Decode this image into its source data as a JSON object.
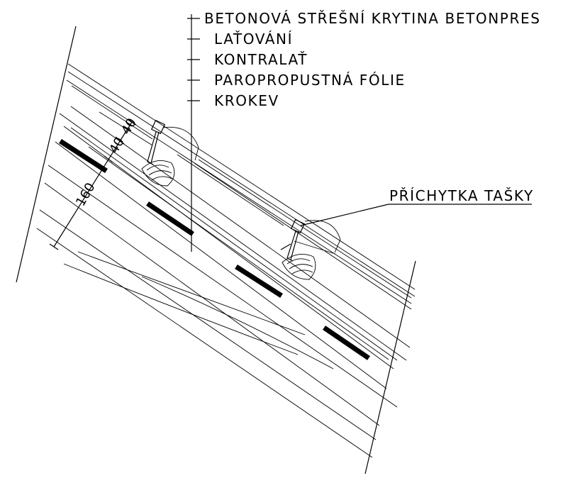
{
  "diagram": {
    "labels": [
      "BETONOVÁ STŘEŠNÍ KRYTINA BETONPRES",
      "LAŤOVÁNÍ",
      "KONTRALAŤ",
      "PAROPROPUSTNÁ FÓLIE",
      "KROKEV"
    ],
    "callout_label": "PŘÍCHYTKA TAŠKY",
    "dimensions": [
      "40",
      "40",
      "160"
    ]
  }
}
